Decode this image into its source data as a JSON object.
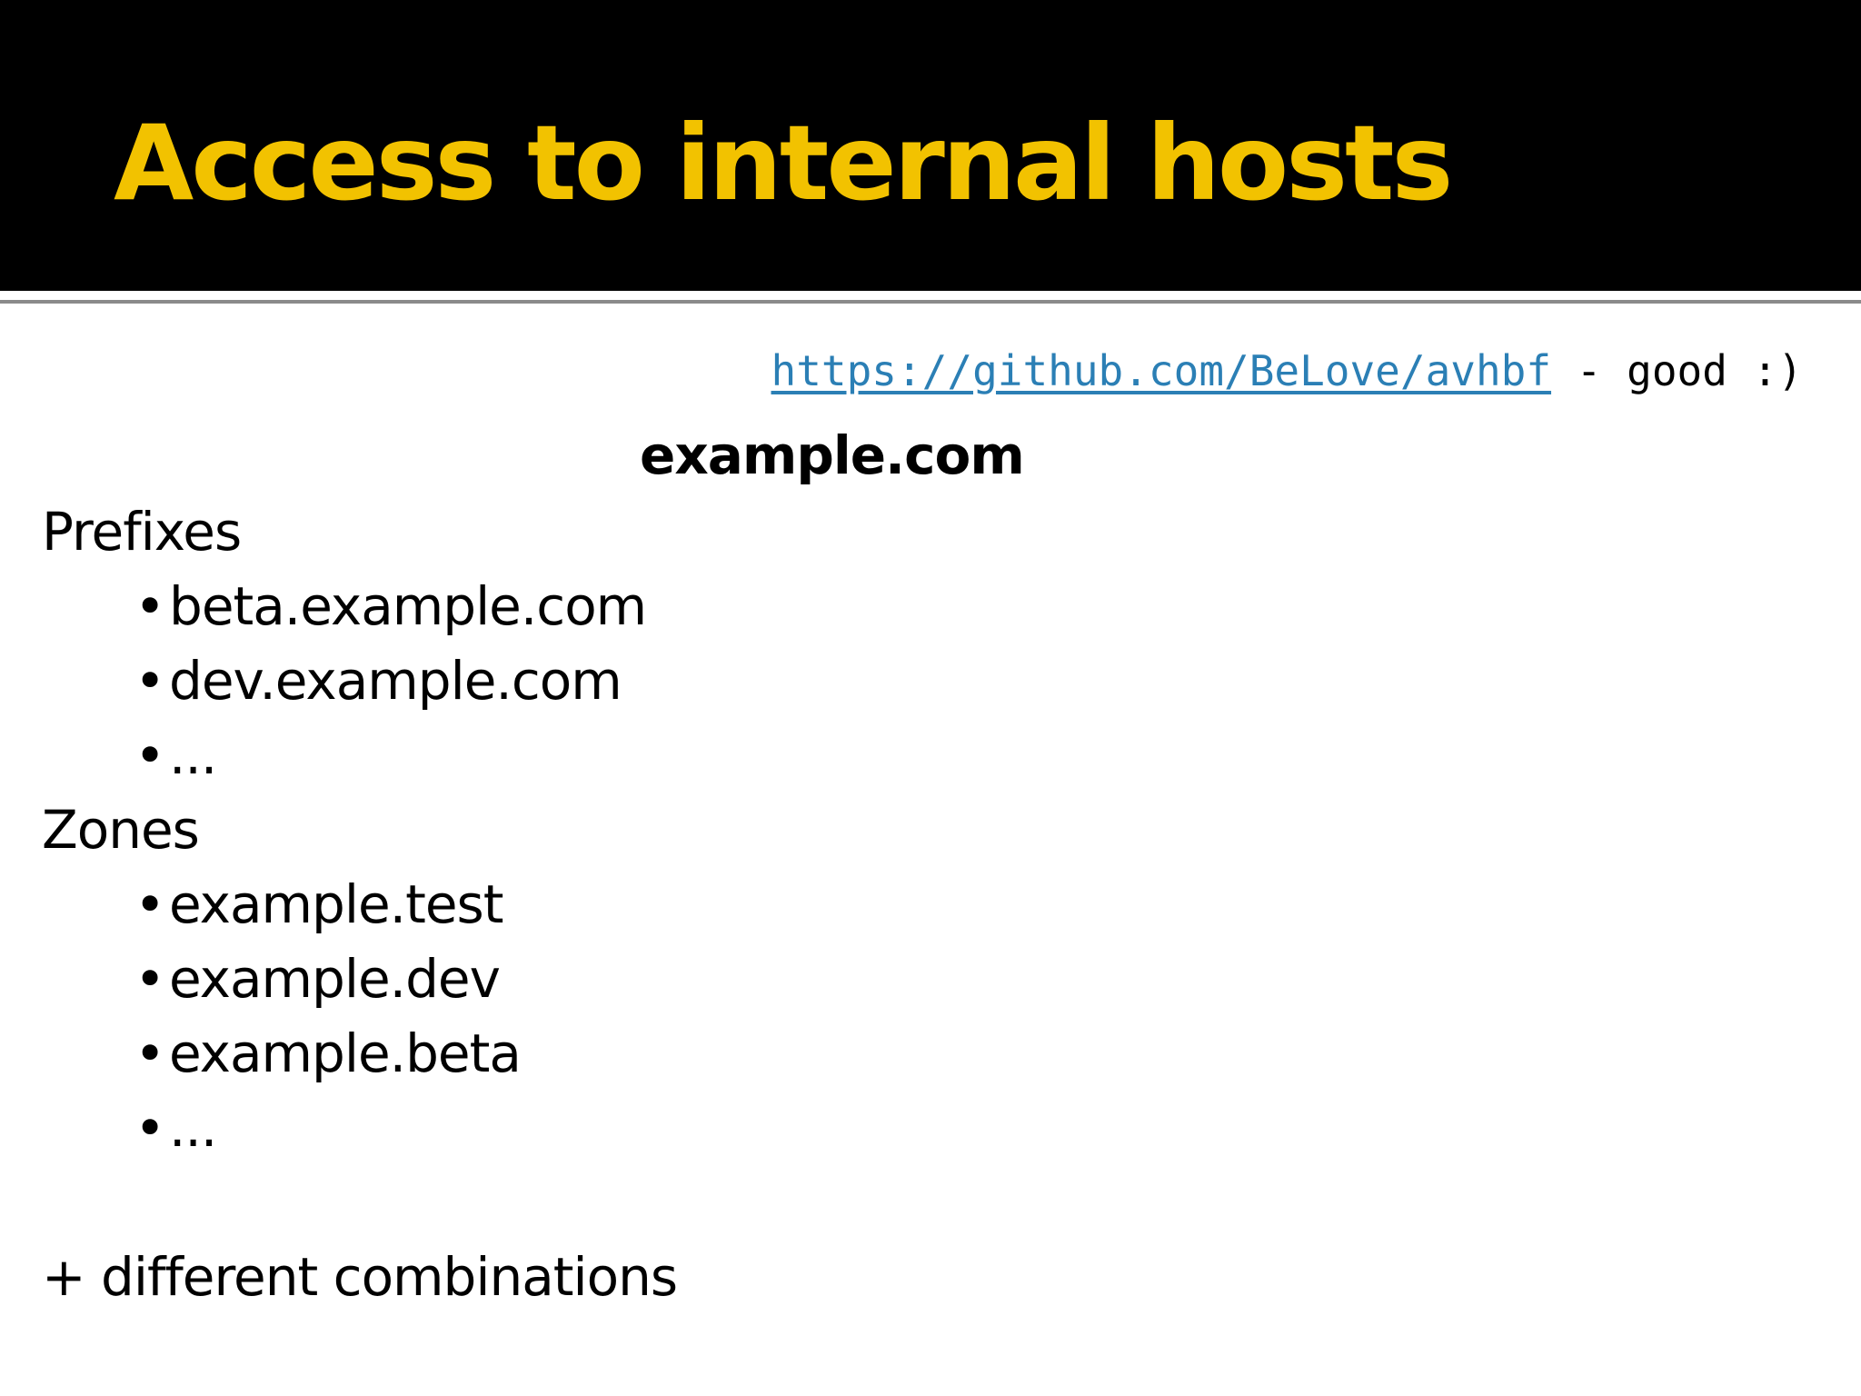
{
  "slide": {
    "title": "Access to internal hosts",
    "link": {
      "url_text": "https://github.com/BeLove/avhbf",
      "suffix": " - good :)"
    },
    "heading": "example.com",
    "sections": [
      {
        "label": "Prefixes",
        "items": [
          "beta.example.com",
          "dev.example.com",
          "..."
        ]
      },
      {
        "label": "Zones",
        "items": [
          "example.test",
          "example.dev",
          "example.beta",
          "..."
        ]
      }
    ],
    "footer": "+ different combinations",
    "bullet_glyph": "•"
  },
  "colors": {
    "title_bar": "#000000",
    "title_text": "#f2c200",
    "link_text": "#2b7fb5",
    "body_text": "#000000",
    "background": "#ffffff"
  }
}
